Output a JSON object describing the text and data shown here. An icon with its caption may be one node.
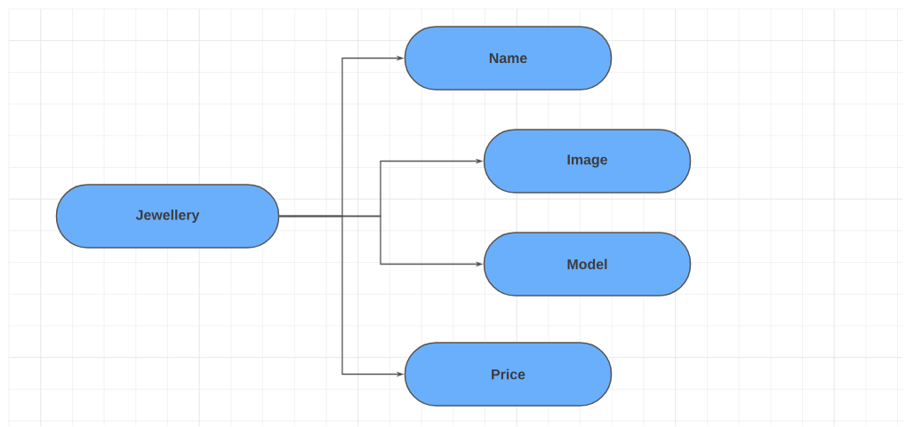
{
  "diagram": {
    "nodes": [
      {
        "text": [
          "Jewellery"
        ]
      },
      {
        "text": [
          "Name"
        ]
      },
      {
        "text": [
          "Image"
        ]
      },
      {
        "text": [
          "Model"
        ]
      },
      {
        "text": [
          "Price"
        ]
      }
    ],
    "edges": [
      {
        "from": 0,
        "to": 1,
        "arrow": "to"
      },
      {
        "from": 0,
        "to": 2,
        "arrow": "to"
      },
      {
        "from": 0,
        "to": 3,
        "arrow": "to"
      },
      {
        "from": 0,
        "to": 4,
        "arrow": "to"
      }
    ]
  }
}
